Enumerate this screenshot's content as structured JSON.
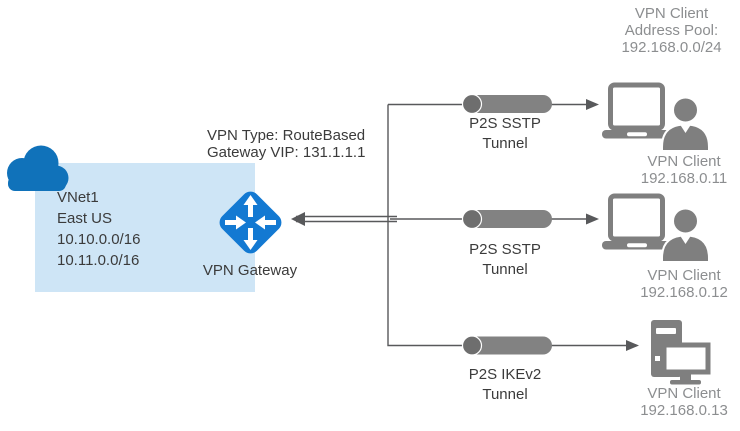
{
  "diagram_type": "azure-point-to-site-vpn-topology",
  "annotations": {
    "vpn_type": "VPN Type: RouteBased",
    "gateway_vip": "Gateway VIP: 131.1.1.1"
  },
  "vnet": {
    "name": "VNet1",
    "region": "East US",
    "address_space_1": "10.10.0.0/16",
    "address_space_2": "10.11.0.0/16"
  },
  "gateway": {
    "label": "VPN Gateway"
  },
  "address_pool": {
    "line1": "VPN Client",
    "line2": "Address Pool:",
    "line3": "192.168.0.0/24"
  },
  "tunnels": [
    {
      "protocol": "P2S SSTP",
      "word": "Tunnel"
    },
    {
      "protocol": "P2S SSTP",
      "word": "Tunnel"
    },
    {
      "protocol": "P2S IKEv2",
      "word": "Tunnel"
    }
  ],
  "clients": [
    {
      "label": "VPN Client",
      "ip": "192.168.0.11",
      "icon": "laptop-user-icon"
    },
    {
      "label": "VPN Client",
      "ip": "192.168.0.12",
      "icon": "laptop-user-icon"
    },
    {
      "label": "VPN Client",
      "ip": "192.168.0.13",
      "icon": "desktop-pc-icon"
    }
  ],
  "colors": {
    "cloud_blue": "#1072BA",
    "gateway_blue": "#1379D2",
    "vnet_fill": "#CEE5F6",
    "pipe_gray": "#828282",
    "pipe_cap_gray": "#6E6E6E",
    "icon_gray": "#7F7F7F",
    "line_gray": "#58595B",
    "text_dark": "#3B3B3B",
    "text_gray": "#8C8E90"
  }
}
